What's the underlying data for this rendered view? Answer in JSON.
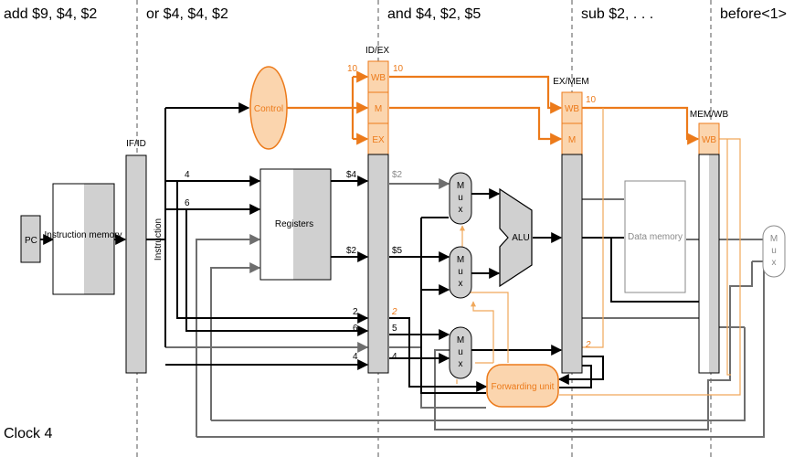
{
  "stages": [
    "add $9, $4, $2",
    "or $4, $4, $2",
    "and $4, $2, $5",
    "sub $2, . . .",
    "before<1>"
  ],
  "clock": "Clock 4",
  "pipeline_registers": {
    "if_id": "IF/ID",
    "id_ex": "ID/EX",
    "ex_mem": "EX/MEM",
    "mem_wb": "MEM/WB"
  },
  "blocks": {
    "pc": "PC",
    "instruction_memory": "Instruction memory",
    "instruction": "Instruction",
    "registers": "Registers",
    "control": "Control",
    "alu": "ALU",
    "data_memory": "Data memory",
    "forwarding_unit": "Forwarding unit",
    "mux": "M u x"
  },
  "fields": {
    "wb": "WB",
    "m": "M",
    "ex": "EX"
  },
  "signals": {
    "ctrl_in": "10",
    "ctrl_wb": "10",
    "exmem_wb": "10",
    "rs_num": "4",
    "rt_num": "6",
    "reg1_out": "$4",
    "reg2_out": "$2",
    "idex_reg1": "$2",
    "idex_reg2": "$5",
    "rs_lower": "2",
    "rt_lower": "6",
    "rd_lower": "4",
    "idex_rs": "2",
    "idex_rt": "5",
    "idex_rd": "4",
    "exmem_rd": "2"
  },
  "colors": {
    "orange": "#ec7a1a",
    "orange_fill": "#fbd5ae",
    "gray": "#d0d0d0",
    "line_gray": "#6e6e6e"
  }
}
